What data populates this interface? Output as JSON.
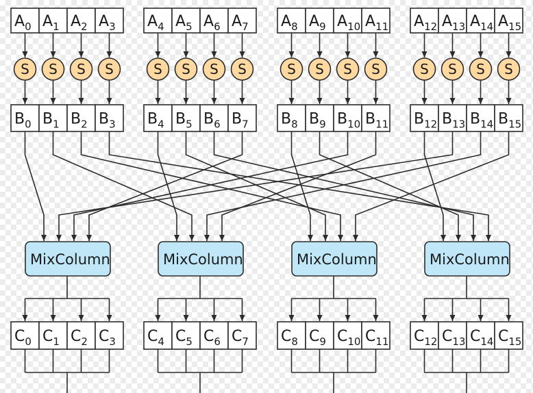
{
  "row_a": [
    {
      "base": "A",
      "sub": "0"
    },
    {
      "base": "A",
      "sub": "1"
    },
    {
      "base": "A",
      "sub": "2"
    },
    {
      "base": "A",
      "sub": "3"
    },
    {
      "base": "A",
      "sub": "4"
    },
    {
      "base": "A",
      "sub": "5"
    },
    {
      "base": "A",
      "sub": "6"
    },
    {
      "base": "A",
      "sub": "7"
    },
    {
      "base": "A",
      "sub": "8"
    },
    {
      "base": "A",
      "sub": "9"
    },
    {
      "base": "A",
      "sub": "10"
    },
    {
      "base": "A",
      "sub": "11"
    },
    {
      "base": "A",
      "sub": "12"
    },
    {
      "base": "A",
      "sub": "13"
    },
    {
      "base": "A",
      "sub": "14"
    },
    {
      "base": "A",
      "sub": "15"
    }
  ],
  "row_b": [
    {
      "base": "B",
      "sub": "0"
    },
    {
      "base": "B",
      "sub": "1"
    },
    {
      "base": "B",
      "sub": "2"
    },
    {
      "base": "B",
      "sub": "3"
    },
    {
      "base": "B",
      "sub": "4"
    },
    {
      "base": "B",
      "sub": "5"
    },
    {
      "base": "B",
      "sub": "6"
    },
    {
      "base": "B",
      "sub": "7"
    },
    {
      "base": "B",
      "sub": "8"
    },
    {
      "base": "B",
      "sub": "9"
    },
    {
      "base": "B",
      "sub": "10"
    },
    {
      "base": "B",
      "sub": "11"
    },
    {
      "base": "B",
      "sub": "12"
    },
    {
      "base": "B",
      "sub": "13"
    },
    {
      "base": "B",
      "sub": "14"
    },
    {
      "base": "B",
      "sub": "15"
    }
  ],
  "row_c": [
    {
      "base": "C",
      "sub": "0"
    },
    {
      "base": "C",
      "sub": "1"
    },
    {
      "base": "C",
      "sub": "2"
    },
    {
      "base": "C",
      "sub": "3"
    },
    {
      "base": "C",
      "sub": "4"
    },
    {
      "base": "C",
      "sub": "5"
    },
    {
      "base": "C",
      "sub": "6"
    },
    {
      "base": "C",
      "sub": "7"
    },
    {
      "base": "C",
      "sub": "8"
    },
    {
      "base": "C",
      "sub": "9"
    },
    {
      "base": "C",
      "sub": "10"
    },
    {
      "base": "C",
      "sub": "11"
    },
    {
      "base": "C",
      "sub": "12"
    },
    {
      "base": "C",
      "sub": "13"
    },
    {
      "base": "C",
      "sub": "14"
    },
    {
      "base": "C",
      "sub": "15"
    }
  ],
  "sbox_label": "S",
  "mixcolumn_label": "MixColumn",
  "shiftrows_map": [
    0,
    13,
    10,
    7,
    4,
    1,
    14,
    11,
    8,
    5,
    2,
    15,
    12,
    9,
    6,
    3
  ],
  "colors": {
    "sbox_fill": "#ffd9a0",
    "mixcolumn_fill": "#bfe7f8",
    "cell_fill": "#ffffff",
    "stroke": "#2b2b2b"
  }
}
